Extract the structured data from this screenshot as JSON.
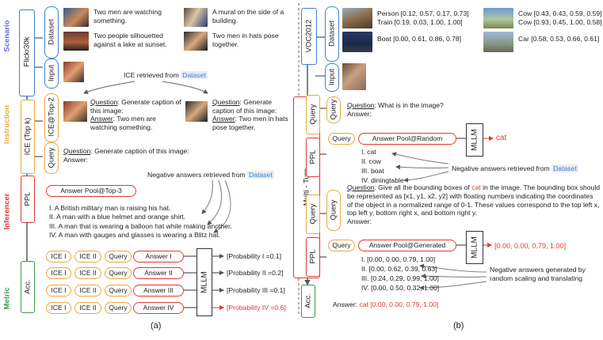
{
  "left": {
    "stages": {
      "scenario": "Scenario",
      "instruction": "Instruction",
      "inferencer": "Inferencer",
      "metric": "Metric"
    },
    "dataset_name": "Flickr30k",
    "dataset_label": "Dataset",
    "input_label": "Input",
    "captions": [
      "Two men are watching something.",
      "A mural on the side of a building.",
      "Two people silhouetted against a lake at sunset.",
      "Two men in hats pose together."
    ],
    "ice_topk": "ICE (Top k)",
    "ice_top2": "ICE@Top-2",
    "query_label": "Query",
    "ice_retrieved_prefix": "ICE retrieved from",
    "ice_retrieved_source": "Dataset",
    "ice1": {
      "q_label": "Question",
      "q_text": ": Generate caption of this image:",
      "a_label": "Answer",
      "a_text": ": Two men are watching something."
    },
    "ice2": {
      "q_label": "Question",
      "q_text": ": Generate caption of this image:",
      "a_label": "Answer",
      "a_text": ": Two men in hats pose together."
    },
    "query": {
      "q_label": "Question",
      "q_text": ": Generate caption of this image:",
      "a_text": "Answer:"
    },
    "ppl_label": "PPL",
    "neg_prefix": "Negative answers retrieved from",
    "neg_source": "Dataset",
    "answer_pool": "Answer  Pool@Top-3",
    "answers": [
      "I. A British military man is raising his hat.",
      "II. A man with a blue helmet and orange shirt.",
      "III. A man that is wearing a balloon hat while making another.",
      "IV. A man with gauges and glasses is wearing a Blitz hat."
    ],
    "acc_label": "Acc.",
    "rows": [
      {
        "ice1": "ICE I",
        "ice2": "ICE II",
        "query": "Query",
        "answer": "Answer I",
        "prob": "[Probability I =0.1]"
      },
      {
        "ice1": "ICE I",
        "ice2": "ICE II",
        "query": "Query",
        "answer": "Answer II",
        "prob": "[Probability II =0.2]"
      },
      {
        "ice1": "ICE I",
        "ice2": "ICE II",
        "query": "Query",
        "answer": "Answer III",
        "prob": "[Probability III =0.1]"
      },
      {
        "ice1": "ICE I",
        "ice2": "ICE II",
        "query": "Query",
        "answer": "Answer IV",
        "prob": "[Probability IV =0.6]"
      }
    ],
    "mllm": "MLLM",
    "caption": "(a)"
  },
  "right": {
    "dataset_name": "VOC2012",
    "dataset_label": "Dataset",
    "input_label": "Input",
    "objects": [
      {
        "lines": [
          "Person [0.12, 0.57, 0.17,  0.73]",
          "Train [0.19, 0.03, 1.00, 1.00]"
        ]
      },
      {
        "lines": [
          "Cow [0.43, 0.43, 0.59, 0.59]",
          "Cow [0.93, 0.45, 1.00, 0.58]"
        ]
      },
      {
        "lines": [
          "Boat [0.00, 0.61, 0.86, 0.78]"
        ]
      },
      {
        "lines": [
          "Car [0.58, 0.53, 0.66, 0.61]"
        ]
      }
    ],
    "query_label": "Query",
    "query1": {
      "q_label": "Question",
      "q_text": ": What is in the image?",
      "a_text": "Answer:"
    },
    "ppl_label": "PPL",
    "pool_random": "Answer Pool@Random",
    "random_answers": [
      "I. cat",
      "II. cow",
      "III. boat",
      "IV. diningtable"
    ],
    "mllm": "MLLM",
    "result1": "cat",
    "neg1_prefix": "Negative answers retrieved from",
    "neg1_source": "Dataset",
    "multi_turn": "Multi - Turn",
    "query2": {
      "q_label": "Question",
      "pre": ": Give all the bounding boxes of",
      "hl": "cat",
      "post": "in the image. The bounding box should be represented as [x1, y1, x2, y2] with floating numbers indicating the coordinates of the object in a normalized range of 0-1. These values correspond to the top left x, top left y, bottom right x, and bottom right y.",
      "a_text": "Answer:"
    },
    "pool_generated": "Answer Pool@Generated",
    "gen_answers": [
      "I. [0.00, 0.00, 0.79, 1.00]",
      "II. [0.00, 0.62, 0.39, 0.63]",
      "III. [0.24, 0.29, 0.99, 1.00]",
      "IV. [0.00, 0.50, 0.32, 1.00]"
    ],
    "result2": "[0.00, 0.00, 0.79, 1.00]",
    "neg2": "Negative answers generated by random scaling and translating",
    "acc_label": "Acc.",
    "final_prefix": "Answer:",
    "final_value": "cat [0.00, 0.00, 0.79, 1.00]",
    "caption": "(b)"
  }
}
